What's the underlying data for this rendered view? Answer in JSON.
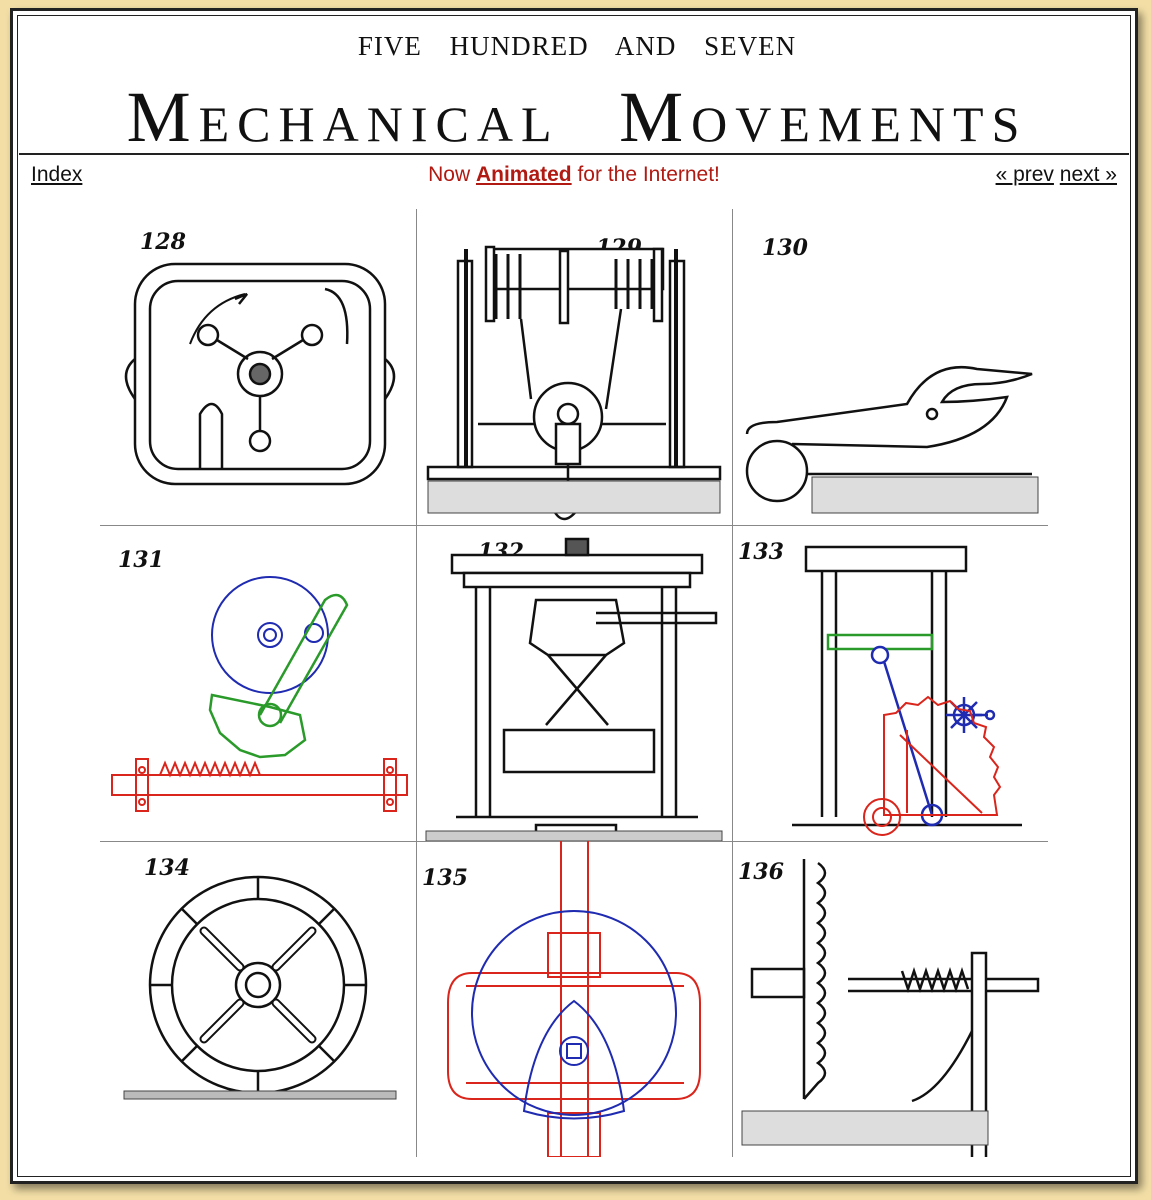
{
  "header": {
    "top_line": "FIVE HUNDRED AND SEVEN",
    "title_m1": "M",
    "title_rest1": "ECHANICAL",
    "title_m2": "M",
    "title_rest2": "OVEMENTS"
  },
  "nav": {
    "index_label": "Index",
    "tagline_before": "Now ",
    "tagline_link": "Animated",
    "tagline_after": " for the Internet!",
    "prev_label": "« prev",
    "next_label": "next »"
  },
  "colors": {
    "page_bg": "#f3dfa6",
    "tagline": "#b01a12",
    "anim_red": "#d9251b",
    "anim_blue": "#1f2bb0",
    "anim_green": "#2a9a2a"
  },
  "movements": [
    {
      "number": "128",
      "animated": false
    },
    {
      "number": "129",
      "animated": false
    },
    {
      "number": "130",
      "animated": false
    },
    {
      "number": "131",
      "animated": true
    },
    {
      "number": "132",
      "animated": false
    },
    {
      "number": "133",
      "animated": true
    },
    {
      "number": "134",
      "animated": false
    },
    {
      "number": "135",
      "animated": true
    },
    {
      "number": "136",
      "animated": false
    }
  ]
}
